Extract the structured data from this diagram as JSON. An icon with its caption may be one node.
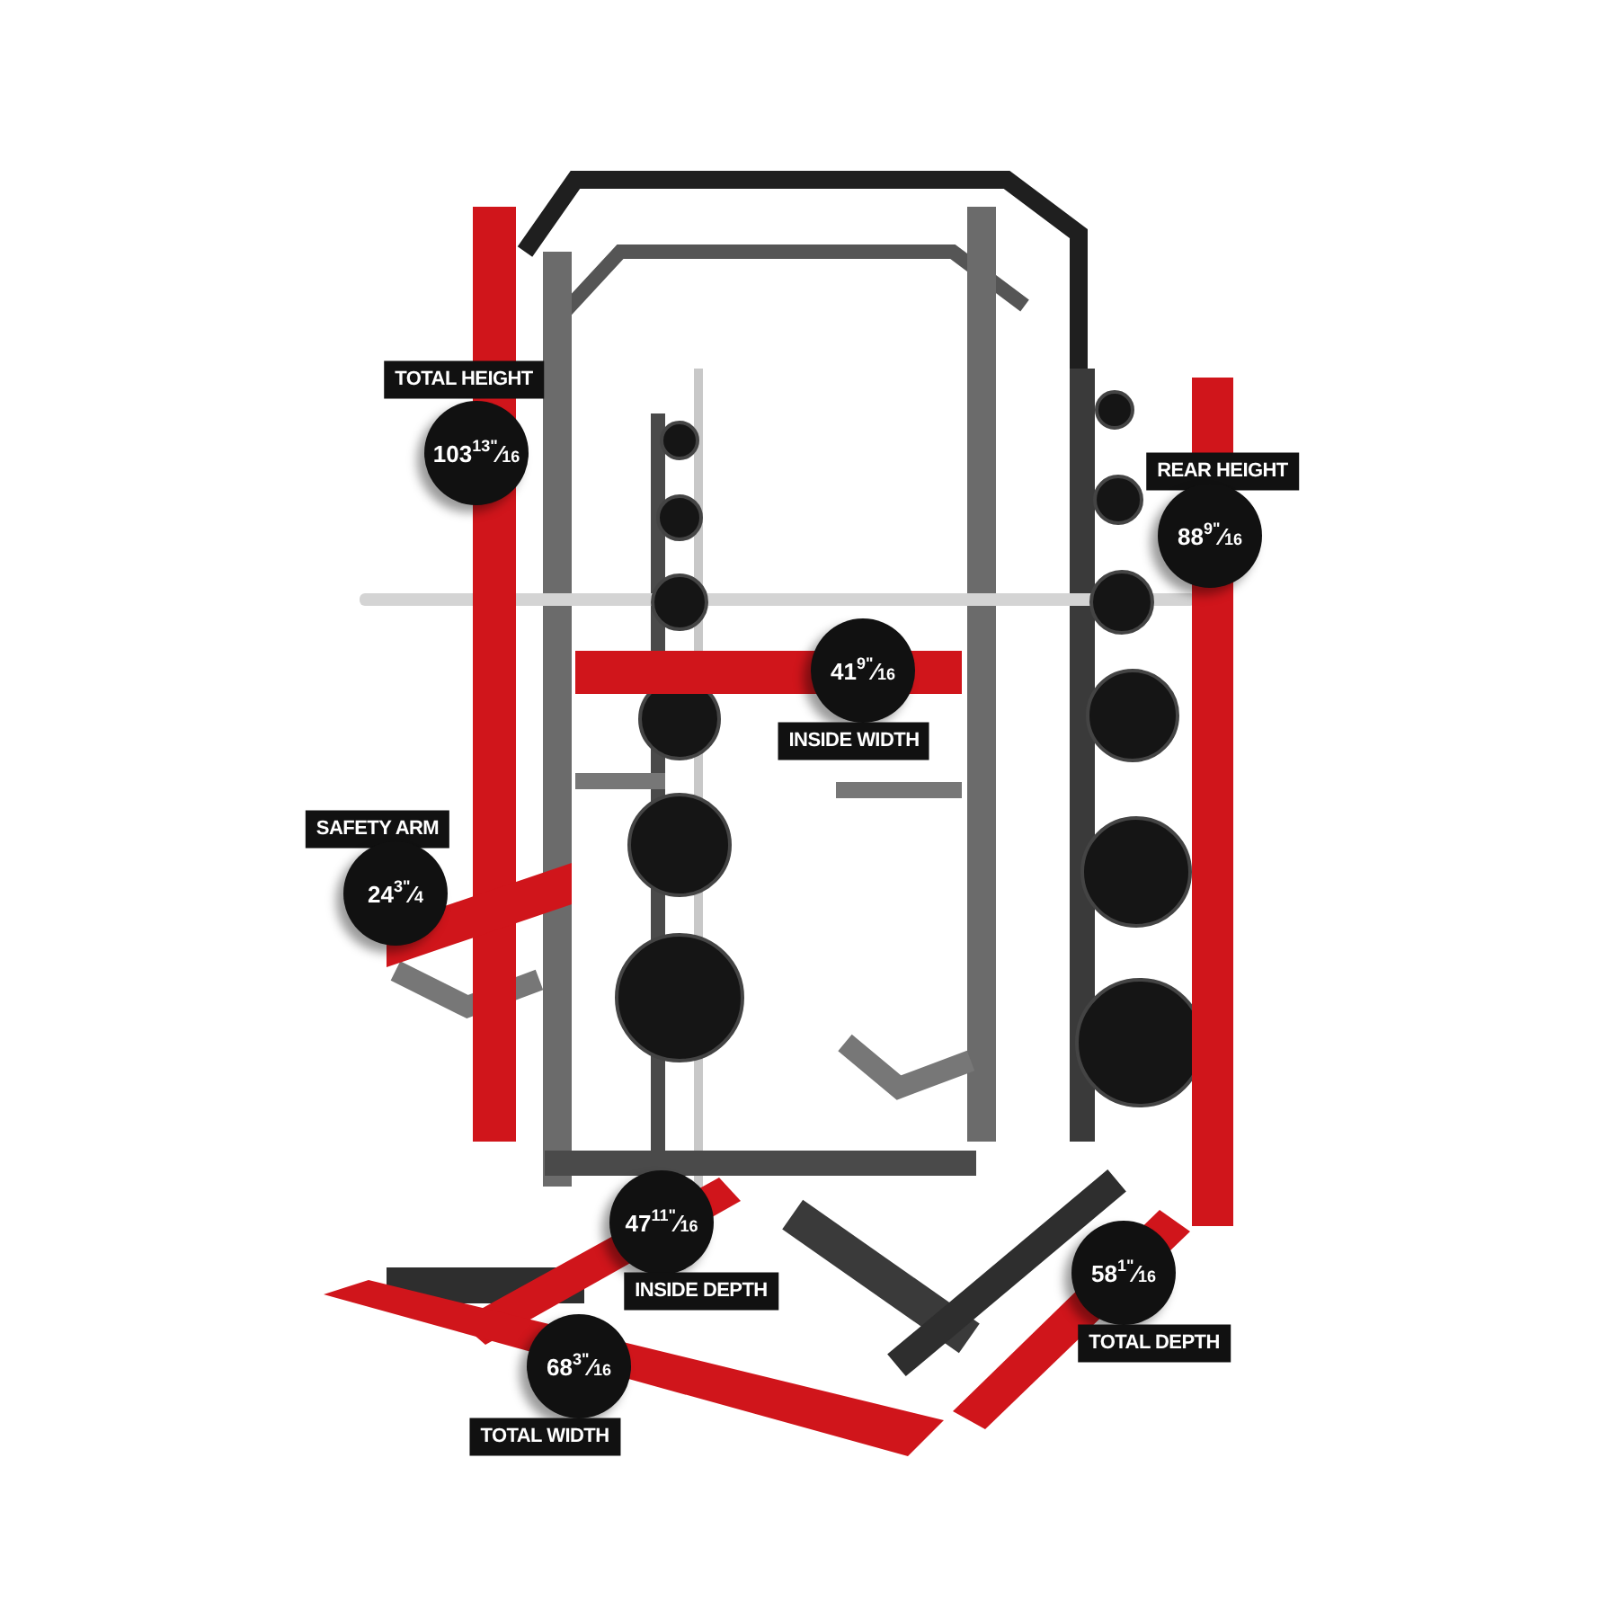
{
  "diagram": {
    "labels": [
      "TOTAL HEIGHT",
      "103$^{13\"}$⁄$_{16}$",
      "REAR HEIGHT",
      "88$^{9\"}$⁄$_{16}$",
      "41$^{9\"}$⁄$_{16}$",
      "INSIDE WIDTH",
      "SAFETY ARM",
      "24$^{3\"}$⁄$_{4}$",
      "47$^{11\"}$⁄$_{16}$",
      "INSIDE DEPTH",
      "58$^{1\"}$⁄$_{16}$",
      "TOTAL DEPTH",
      "68$^{3\"}$⁄$_{16}$",
      "TOTAL WIDTH"
    ]
  }
}
